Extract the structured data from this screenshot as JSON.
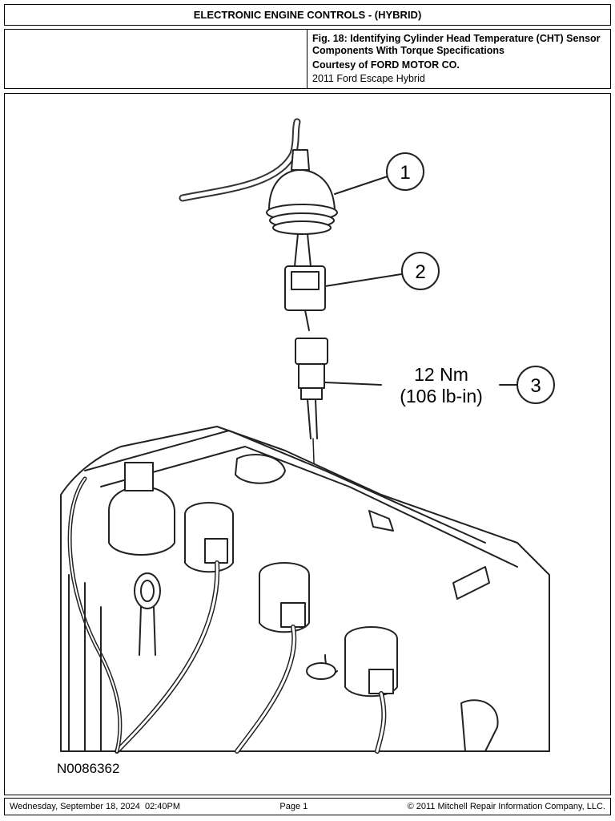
{
  "header": {
    "title": "ELECTRONIC ENGINE CONTROLS - (HYBRID)"
  },
  "caption": {
    "figure_title": "Fig. 18: Identifying Cylinder Head Temperature (CHT) Sensor Components With Torque Specifications",
    "courtesy": "Courtesy of FORD MOTOR CO.",
    "vehicle": "2011 Ford Escape Hybrid"
  },
  "figure": {
    "callouts": [
      "1",
      "2",
      "3"
    ],
    "torque_nm": "12 Nm",
    "torque_lbin": "(106 lb-in)",
    "figure_id": "N0086362"
  },
  "footer": {
    "datetime": "Wednesday, September 18, 2024  02:40PM",
    "page": "Page 1",
    "copyright": "© 2011 Mitchell Repair Information Company, LLC."
  }
}
